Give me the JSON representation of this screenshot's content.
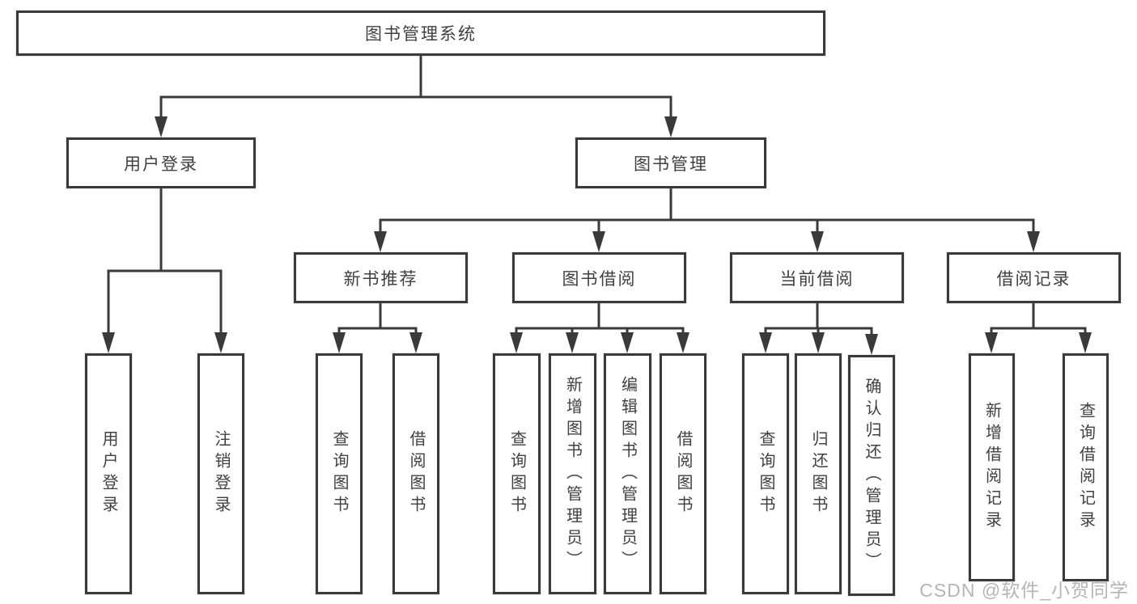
{
  "colors": {
    "bg-color": "#ffffff",
    "line-color": "#3a3a3a",
    "text-color": "#404040",
    "watermark-color": "#b5b5b5"
  },
  "diagram": {
    "type": "tree",
    "nodes": {
      "root": "图书管理系统",
      "user_login": "用户登录",
      "book_mgmt": "图书管理",
      "new_books": "新书推荐",
      "book_borrow": "图书借阅",
      "current_borrow": "当前借阅",
      "borrow_records": "借阅记录",
      "leaf_user_login": "用户登录",
      "leaf_logout": "注销登录",
      "leaf_nb_query": "查询图书",
      "leaf_nb_borrow": "借阅图书",
      "leaf_bb_query": "查询图书",
      "leaf_bb_add": "新增图书（管理员）",
      "leaf_bb_edit": "编辑图书（管理员）",
      "leaf_bb_borrow": "借阅图书",
      "leaf_cb_query": "查询图书",
      "leaf_cb_return": "归还图书",
      "leaf_cb_confirm": "确认归还（管理员）",
      "leaf_br_add": "新增借阅记录",
      "leaf_br_query": "查询借阅记录"
    },
    "hierarchy": {
      "图书管理系统": {
        "用户登录": [
          "用户登录",
          "注销登录"
        ],
        "图书管理": {
          "新书推荐": [
            "查询图书",
            "借阅图书"
          ],
          "图书借阅": [
            "查询图书",
            "新增图书（管理员）",
            "编辑图书（管理员）",
            "借阅图书"
          ],
          "当前借阅": [
            "查询图书",
            "归还图书",
            "确认归还（管理员）"
          ],
          "借阅记录": [
            "新增借阅记录",
            "查询借阅记录"
          ]
        }
      }
    }
  },
  "watermark": {
    "text": "CSDN @软件_小贺同学"
  }
}
